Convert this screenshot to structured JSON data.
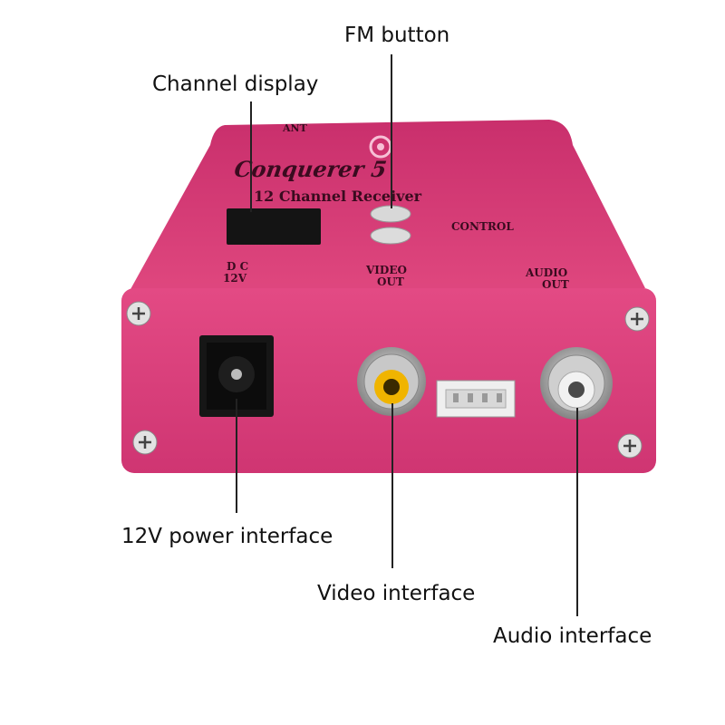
{
  "callouts": {
    "fm_button": "FM button",
    "channel_display": "Channel display",
    "power": "12V power interface",
    "video": "Video interface",
    "audio": "Audio interface"
  },
  "device": {
    "brand": "Conquerer 5",
    "model": "12 Channel Receiver",
    "control": "CONTROL",
    "dc_top": "D C",
    "dc_bottom": "12V",
    "video_top": "VIDEO",
    "video_bottom": "OUT",
    "audio_top": "AUDIO",
    "audio_bottom": "OUT",
    "small_mark": "ANT",
    "body_color": "#d93c7c",
    "face_color": "#e0457f"
  }
}
